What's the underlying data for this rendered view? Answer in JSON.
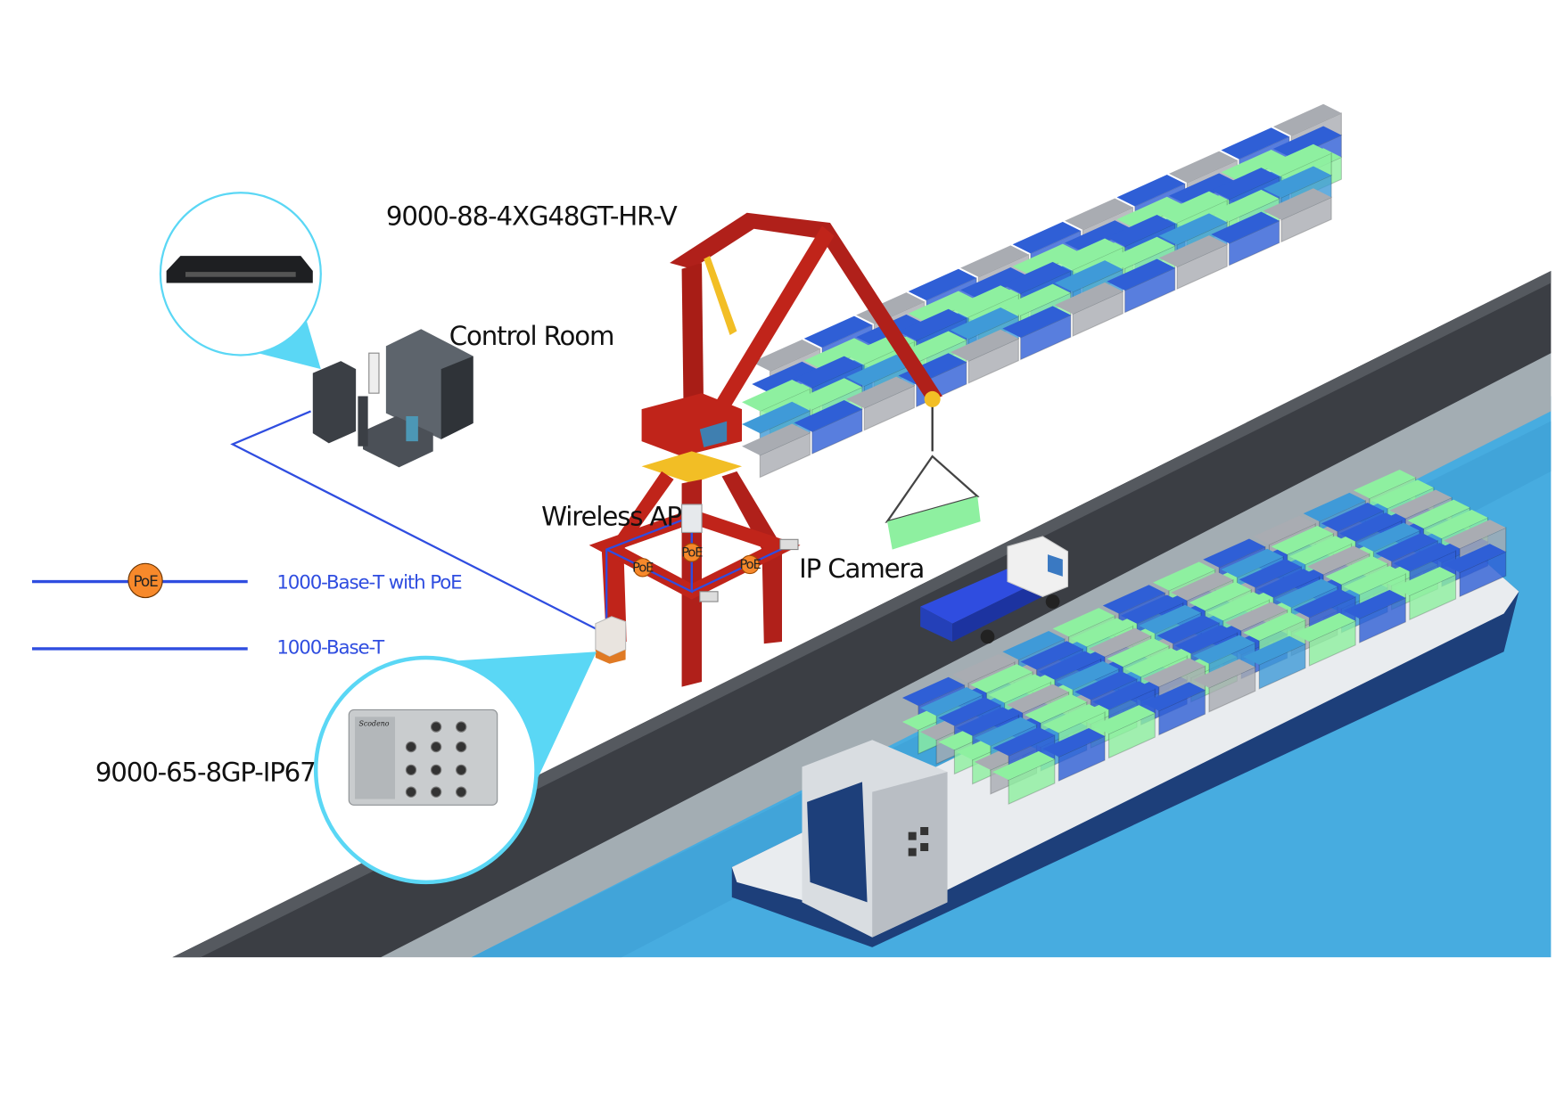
{
  "labels": {
    "core_switch": "9000-88-4XG48GT-HR-V",
    "control_room": "Control Room",
    "wireless_ap": "Wireless AP",
    "ip_camera": "IP Camera",
    "field_switch": "9000-65-8GP-IP67"
  },
  "legend": [
    {
      "label": "1000-Base-T with PoE",
      "badge": "PoE"
    },
    {
      "label": "1000-Base-T"
    }
  ],
  "poe_badge": "PoE",
  "device_logo": "Scodeno",
  "colors": {
    "link": "#2f4de0",
    "poe": "#f7892b",
    "callout": "#5ad7f5",
    "crane": "#c0241a",
    "crane_yellow": "#f2be25",
    "road": "#3b3e44",
    "quay_strip": "#a3adb3",
    "water": "#47ace0",
    "container_blue": "#2f5fd6",
    "container_green": "#8ef0a0",
    "container_gray": "#a9acb2",
    "container_teal": "#3f9ad8"
  }
}
